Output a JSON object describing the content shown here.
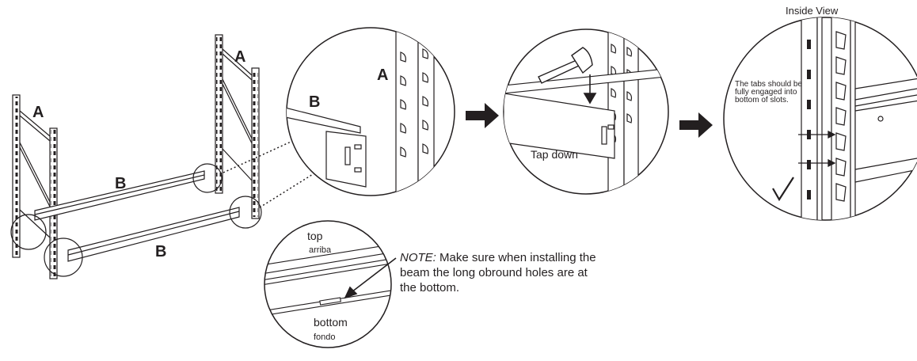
{
  "frame_labels": {
    "a_left": "A",
    "a_right": "A",
    "b_back": "B",
    "b_front": "B"
  },
  "detail": {
    "label_a": "A",
    "label_b": "B"
  },
  "tap": {
    "text": "Tap down"
  },
  "inside": {
    "title": "Inside View",
    "tabs_text": "The tabs should be fully engaged into bottom of slots."
  },
  "note": {
    "prefix": "NOTE:",
    "text": " Make sure when installing the beam the long obround holes are at the bottom.",
    "top": "top",
    "top_es": "arriba",
    "bottom": "bottom",
    "bottom_es": "fondo"
  },
  "icons": [
    "arrow-right-icon",
    "hammer-icon",
    "down-arrow-icon",
    "checkmark-icon"
  ],
  "colors": {
    "line": "#231f20",
    "background": "#ffffff"
  }
}
